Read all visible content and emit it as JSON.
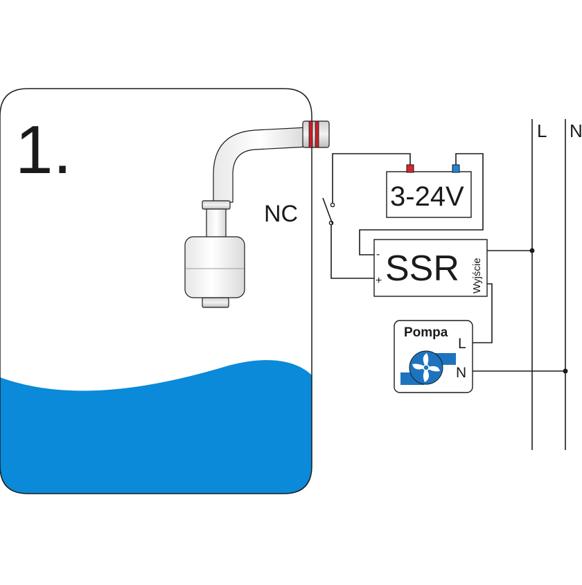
{
  "step_number": "1.",
  "switch_label": "NC",
  "power_supply_label": "3-24V",
  "ssr": {
    "label": "SSR",
    "output_label": "Wyjście",
    "minus_label": "-",
    "plus_label": "+"
  },
  "pump": {
    "title": "Pompa",
    "l_label": "L",
    "n_label": "N"
  },
  "mains": {
    "l_label": "L",
    "n_label": "N"
  },
  "colors": {
    "water": "#0a8ad8",
    "pump_fan": "#1e73be",
    "wire": "#1a1a1a",
    "terminal_positive": "#d9262c",
    "terminal_negative": "#1e88d6",
    "sensor_ring": "#c8202a",
    "sensor_body": "#f4f4f4"
  }
}
